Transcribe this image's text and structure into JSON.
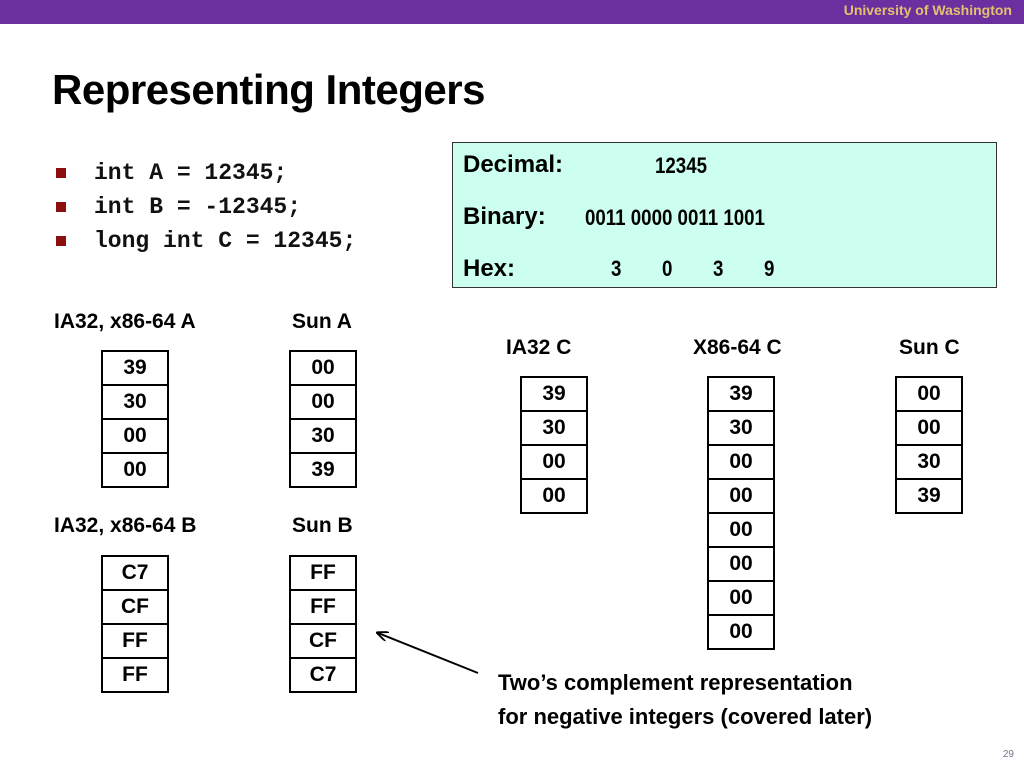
{
  "header": {
    "institution": "University of Washington"
  },
  "title": "Representing Integers",
  "bullets": [
    "int A = 12345;",
    "int B = -12345;",
    "long int C = 12345;"
  ],
  "infobox": {
    "decimal_label": "Decimal:",
    "decimal_value": "12345",
    "binary_label": "Binary:",
    "binary_value": "0011 0000 0011 1001",
    "hex_label": "Hex:",
    "hex_digits": [
      "3",
      "0",
      "3",
      "9"
    ]
  },
  "tables": {
    "ia32_a": {
      "label": "IA32, x86-64 A",
      "bytes": [
        "39",
        "30",
        "00",
        "00"
      ]
    },
    "sun_a": {
      "label": "Sun A",
      "bytes": [
        "00",
        "00",
        "30",
        "39"
      ]
    },
    "ia32_b": {
      "label": "IA32, x86-64 B",
      "bytes": [
        "C7",
        "CF",
        "FF",
        "FF"
      ]
    },
    "sun_b": {
      "label": "Sun B",
      "bytes": [
        "FF",
        "FF",
        "CF",
        "C7"
      ]
    },
    "ia32_c": {
      "label": "IA32 C",
      "bytes": [
        "39",
        "30",
        "00",
        "00"
      ]
    },
    "x86_64_c": {
      "label": "X86-64 C",
      "bytes": [
        "39",
        "30",
        "00",
        "00",
        "00",
        "00",
        "00",
        "00"
      ]
    },
    "sun_c": {
      "label": "Sun C",
      "bytes": [
        "00",
        "00",
        "30",
        "39"
      ]
    }
  },
  "caption": {
    "line1": "Two’s complement representation",
    "line2": "for negative integers (covered later)"
  },
  "page_number": "29"
}
